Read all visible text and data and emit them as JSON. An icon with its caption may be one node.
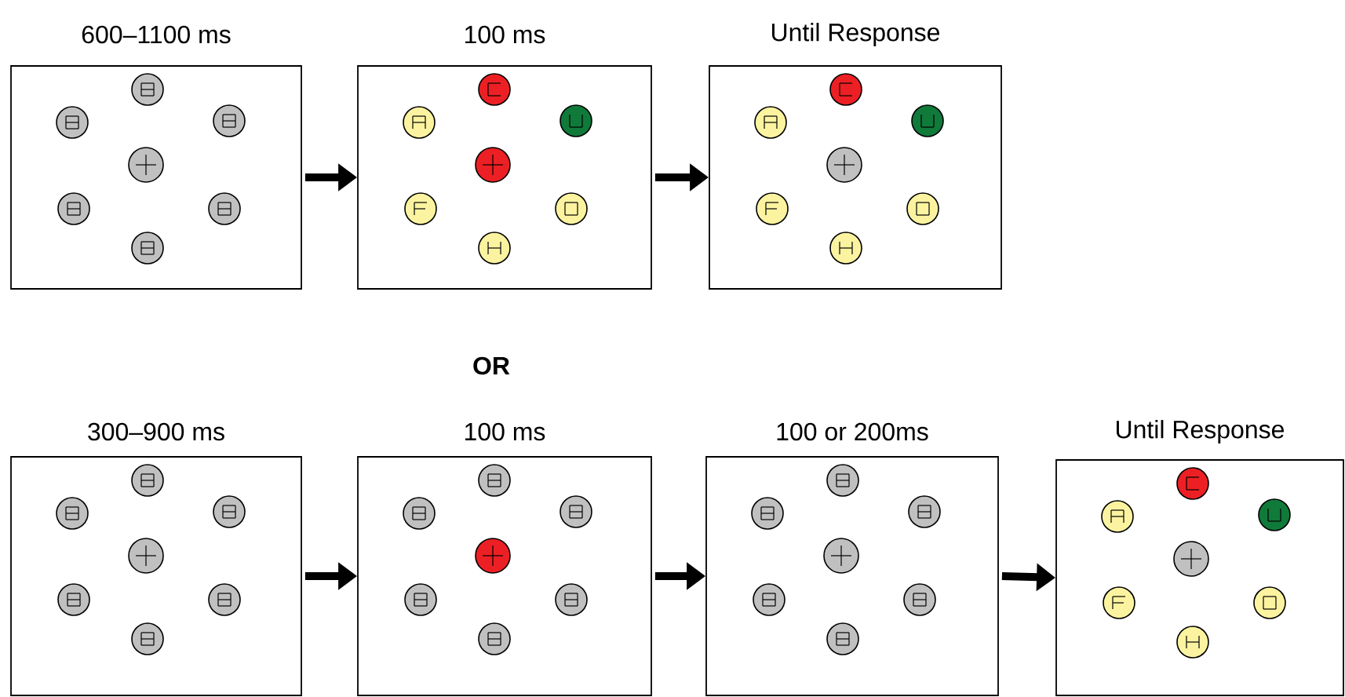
{
  "diagram": {
    "nodes": [
      {
        "text": [
          "600–1100 ms"
        ]
      },
      {
        "text": [
          "100 ms"
        ]
      },
      {
        "text": [
          "Until Response"
        ]
      },
      {
        "text": [
          "300–900 ms"
        ]
      },
      {
        "text": [
          "100 ms"
        ]
      },
      {
        "text": [
          "100 or 200ms"
        ]
      },
      {
        "text": [
          "Until Response"
        ]
      }
    ],
    "edges": [
      {
        "from": 0,
        "to": 1,
        "arrow": "to"
      },
      {
        "from": 1,
        "to": 2,
        "arrow": "to"
      },
      {
        "from": 3,
        "to": 4,
        "arrow": "to"
      },
      {
        "from": 4,
        "to": 5,
        "arrow": "to"
      },
      {
        "from": 5,
        "to": 6,
        "arrow": "to"
      }
    ],
    "labels": [
      "OR"
    ]
  }
}
